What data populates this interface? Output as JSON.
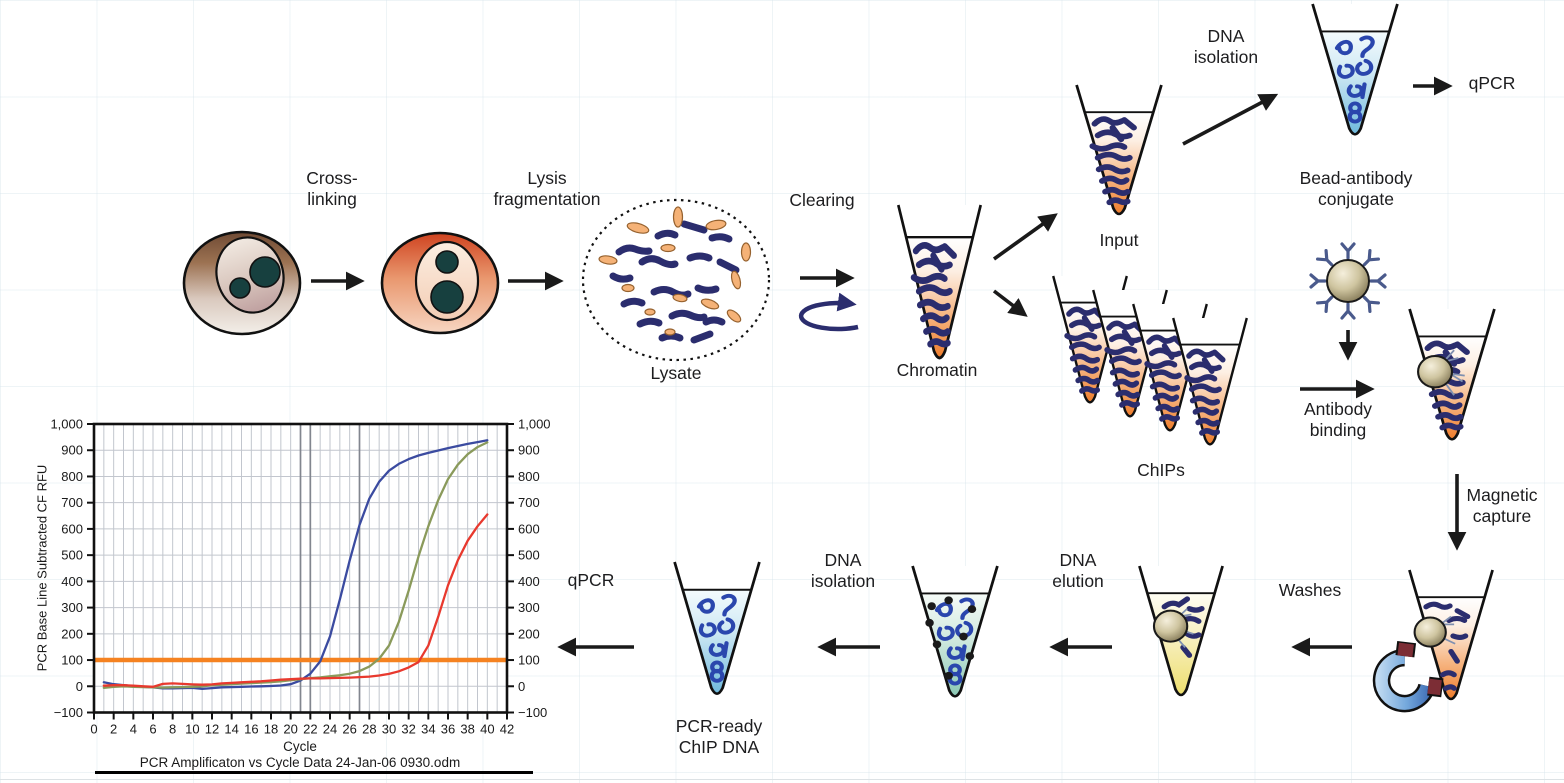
{
  "diagram": {
    "labels": {
      "cross_linking": "Cross-\nlinking",
      "lysis_fragmentation": "Lysis\nfragmentation",
      "lysate": "Lysate",
      "clearing": "Clearing",
      "chromatin": "Chromatin",
      "input": "Input",
      "chips": "ChIPs",
      "dna_isolation_top": "DNA\nisolation",
      "qpcr_top": "qPCR",
      "bead_antibody_conjugate": "Bead-antibody\nconjugate",
      "antibody_binding": "Antibody\nbinding",
      "magnetic_capture": "Magnetic\ncapture",
      "washes": "Washes",
      "dna_elution": "DNA\nelution",
      "dna_isolation_bottom": "DNA\nisolation",
      "pcr_ready_chip_dna": "PCR-ready\nChIP DNA",
      "qpcr_bottom": "qPCR"
    }
  },
  "colors": {
    "chromatin_navy": "#2b2d6e",
    "dna_blue": "#2a46ad",
    "liquid_orange": "#ee7d2c",
    "liquid_blue": "#6fb9dc",
    "liquid_teal": "#8bc8b4",
    "liquid_yellow": "#eedf6e",
    "antibody_slate": "#4a5a8c",
    "threshold_orange": "#f58220"
  },
  "chart_data": {
    "type": "line",
    "xlabel": "Cycle",
    "ylabel": "PCR Base Line Subtracted CF RFU",
    "caption": "PCR Amplificaton vs Cycle Data 24-Jan-06 0930.odm",
    "xlim": [
      0,
      42
    ],
    "ylim": [
      -100,
      1000
    ],
    "xtick_step": 2,
    "ytick_step": 100,
    "grid": true,
    "y_axis_right": true,
    "dark_gridlines_x": [
      21,
      22,
      27
    ],
    "threshold_line": {
      "y": 100,
      "color": "#f58220"
    },
    "series": [
      {
        "name": "sample-blue",
        "color": "#3b4ba0",
        "x": [
          1,
          2,
          3,
          4,
          5,
          6,
          7,
          8,
          9,
          10,
          11,
          12,
          13,
          14,
          15,
          16,
          17,
          18,
          19,
          20,
          21,
          22,
          23,
          24,
          25,
          26,
          27,
          28,
          29,
          30,
          31,
          32,
          33,
          34,
          35,
          36,
          37,
          38,
          39,
          40
        ],
        "y": [
          15,
          8,
          4,
          1,
          -2,
          -4,
          -8,
          -8,
          -7,
          -6,
          -10,
          -7,
          -4,
          -3,
          -2,
          -1,
          0,
          1,
          3,
          8,
          22,
          48,
          95,
          190,
          330,
          480,
          615,
          715,
          780,
          822,
          848,
          866,
          880,
          890,
          899,
          908,
          916,
          924,
          931,
          938
        ]
      },
      {
        "name": "sample-green",
        "color": "#8a9a5b",
        "x": [
          1,
          2,
          3,
          4,
          5,
          6,
          7,
          8,
          9,
          10,
          11,
          12,
          13,
          14,
          15,
          16,
          17,
          18,
          19,
          20,
          21,
          22,
          23,
          24,
          25,
          26,
          27,
          28,
          29,
          30,
          31,
          32,
          33,
          34,
          35,
          36,
          37,
          38,
          39,
          40
        ],
        "y": [
          -6,
          -2,
          0,
          -2,
          -3,
          -4,
          -5,
          -4,
          -3,
          -2,
          0,
          4,
          6,
          8,
          10,
          12,
          14,
          16,
          19,
          23,
          27,
          31,
          34,
          38,
          42,
          48,
          58,
          75,
          105,
          155,
          245,
          365,
          495,
          610,
          710,
          790,
          845,
          885,
          912,
          930
        ]
      },
      {
        "name": "sample-red",
        "color": "#e8392e",
        "x": [
          1,
          2,
          3,
          4,
          5,
          6,
          7,
          8,
          9,
          10,
          11,
          12,
          13,
          14,
          15,
          16,
          17,
          18,
          19,
          20,
          21,
          22,
          23,
          24,
          25,
          26,
          27,
          28,
          29,
          30,
          31,
          32,
          33,
          34,
          35,
          36,
          37,
          38,
          39,
          40
        ],
        "y": [
          2,
          4,
          4,
          2,
          0,
          -2,
          9,
          11,
          9,
          7,
          6,
          7,
          11,
          13,
          15,
          17,
          19,
          22,
          25,
          27,
          29,
          30,
          30,
          31,
          32,
          33,
          35,
          37,
          41,
          47,
          57,
          72,
          92,
          155,
          265,
          385,
          480,
          555,
          610,
          655
        ]
      }
    ]
  }
}
